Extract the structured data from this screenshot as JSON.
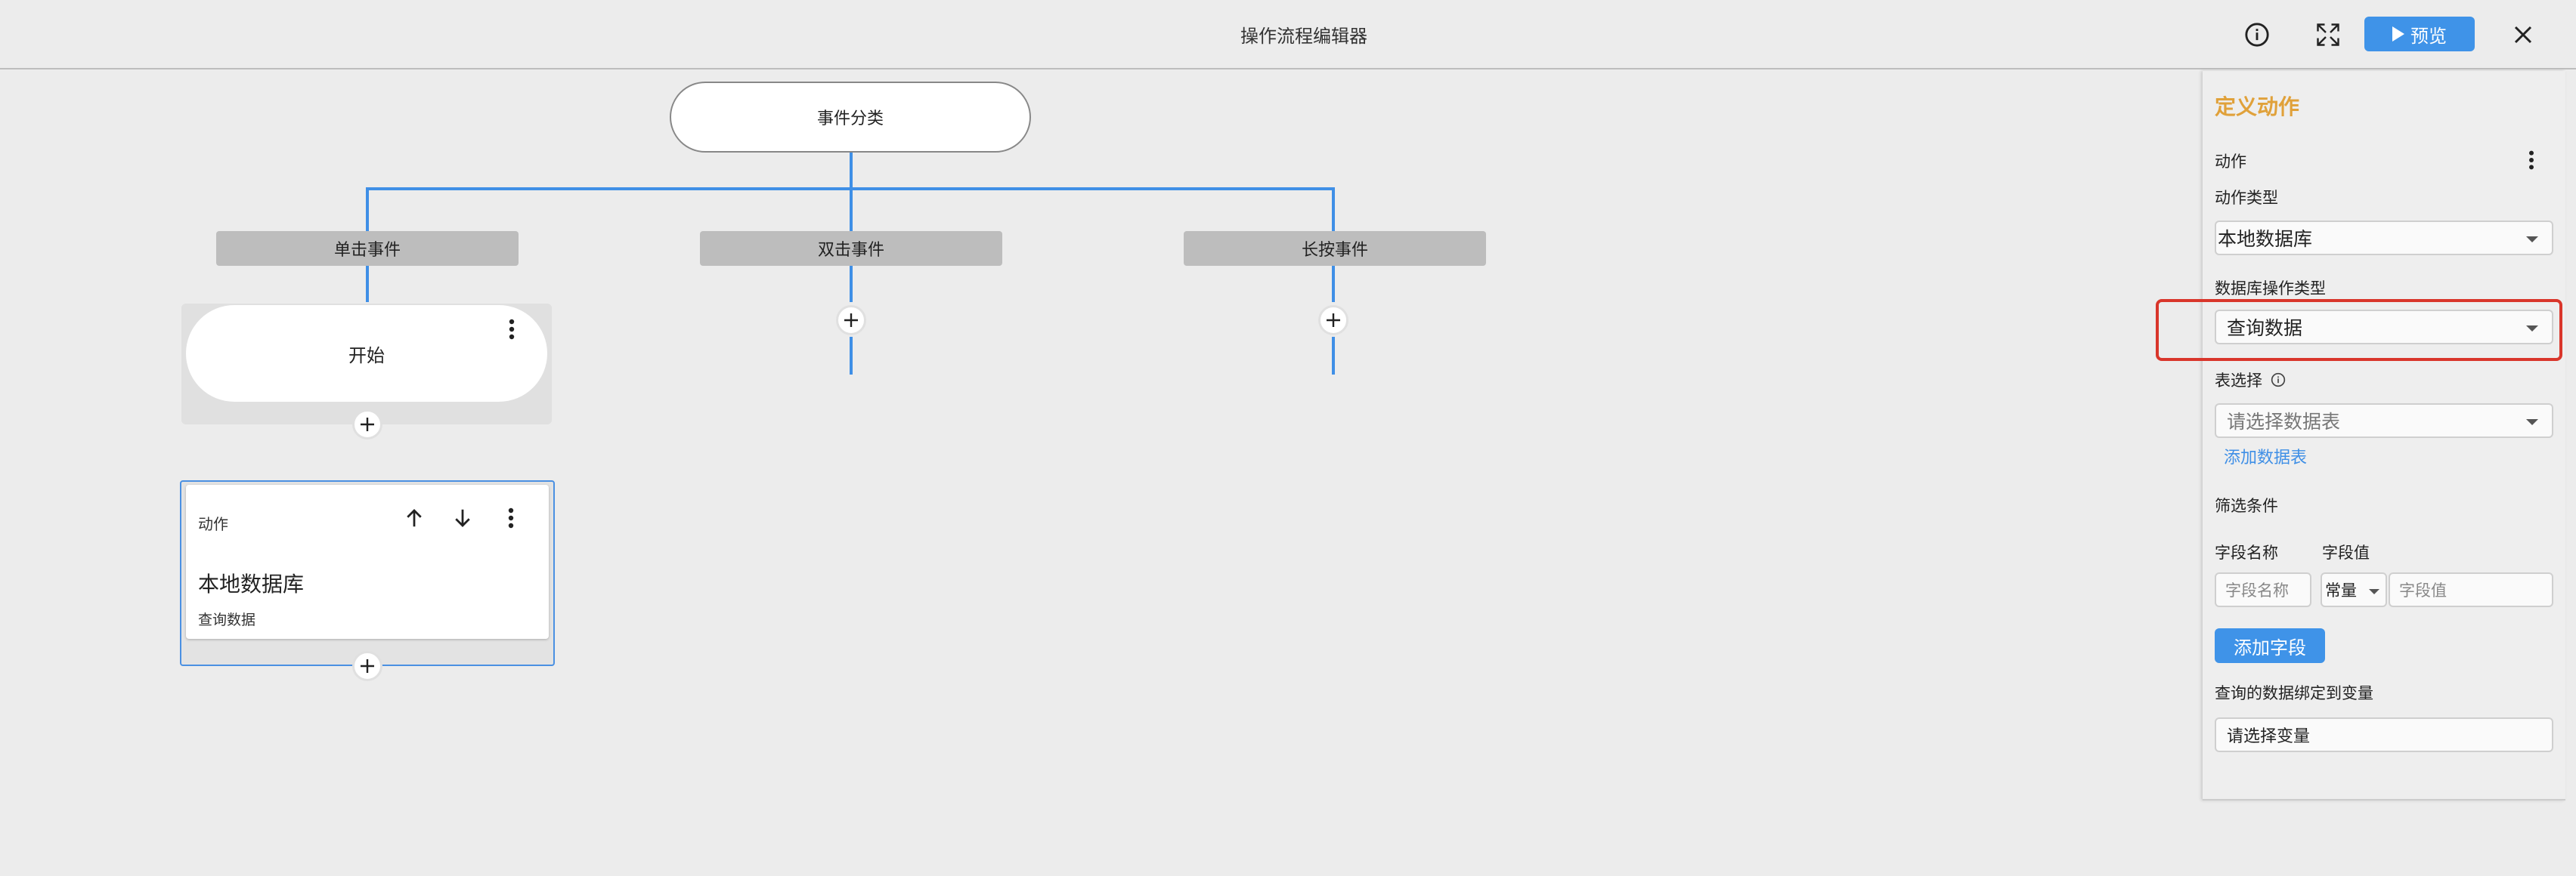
{
  "header": {
    "title": "操作流程编辑器",
    "preview_label": "预览"
  },
  "flow": {
    "root_label": "事件分类",
    "events": [
      {
        "label": "单击事件"
      },
      {
        "label": "双击事件"
      },
      {
        "label": "长按事件"
      }
    ],
    "start_label": "开始",
    "action_card": {
      "label": "动作",
      "title": "本地数据库",
      "subtitle": "查询数据"
    }
  },
  "panel": {
    "heading": "定义动作",
    "action_label": "动作",
    "action_type_label": "动作类型",
    "action_type_value": "本地数据库",
    "db_op_label": "数据库操作类型",
    "db_op_value": "查询数据",
    "table_label": "表选择",
    "table_placeholder": "请选择数据表",
    "add_table_link": "添加数据表",
    "filter_label": "筛选条件",
    "field_name_label": "字段名称",
    "field_value_label": "字段值",
    "field_name_placeholder": "字段名称",
    "value_type": "常量",
    "field_value_placeholder": "字段值",
    "add_field_label": "添加字段",
    "bind_label": "查询的数据绑定到变量",
    "bind_placeholder": "请选择变量"
  },
  "colors": {
    "accent": "#3f93e8",
    "heading": "#e0a13a",
    "highlight": "#d9362b"
  }
}
